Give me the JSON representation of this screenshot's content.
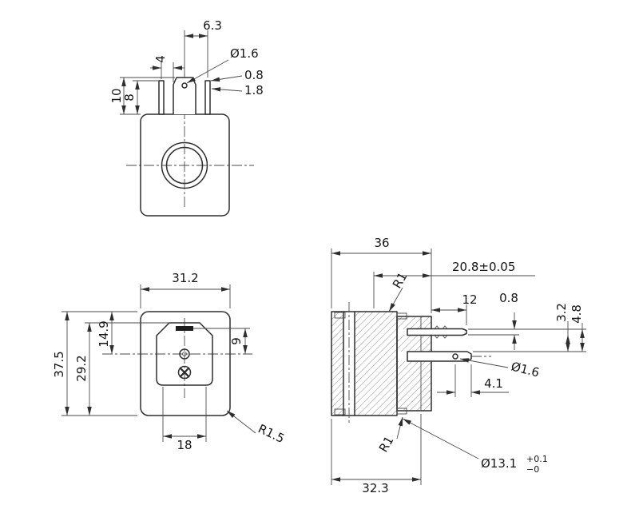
{
  "views": {
    "pin_top": {
      "dims": {
        "pin_pitch": "6.3",
        "pin_offset": "4",
        "pin_hole_dia": "Ø1.6",
        "tab_thickness": "0.8",
        "pin_width": "1.8",
        "center_pin_height": "10",
        "side_pin_height": "8"
      }
    },
    "front": {
      "dims": {
        "body_width": "31.2",
        "body_height": "37.5",
        "face_height": "29.2",
        "center_from_top": "14.9",
        "slot_to_center": "9",
        "face_width": "18",
        "corner_radius": "R1.5"
      }
    },
    "side": {
      "dims": {
        "body_depth": "36",
        "connector_depth": "20.8±0.05",
        "top_radius": "R1",
        "tab_length": "12",
        "pin_thickness": "0.8",
        "pin_offset_small": "3.2",
        "pin_offset_large": "4.8",
        "tab_hole_dia": "Ø1.6",
        "hole_to_tip": "4.1",
        "bottom_radius": "R1",
        "bore_dia": "Ø13.1",
        "bore_tol_upper": "+0.1",
        "bore_tol_lower": "−0",
        "flange_depth": "32.3"
      }
    }
  }
}
